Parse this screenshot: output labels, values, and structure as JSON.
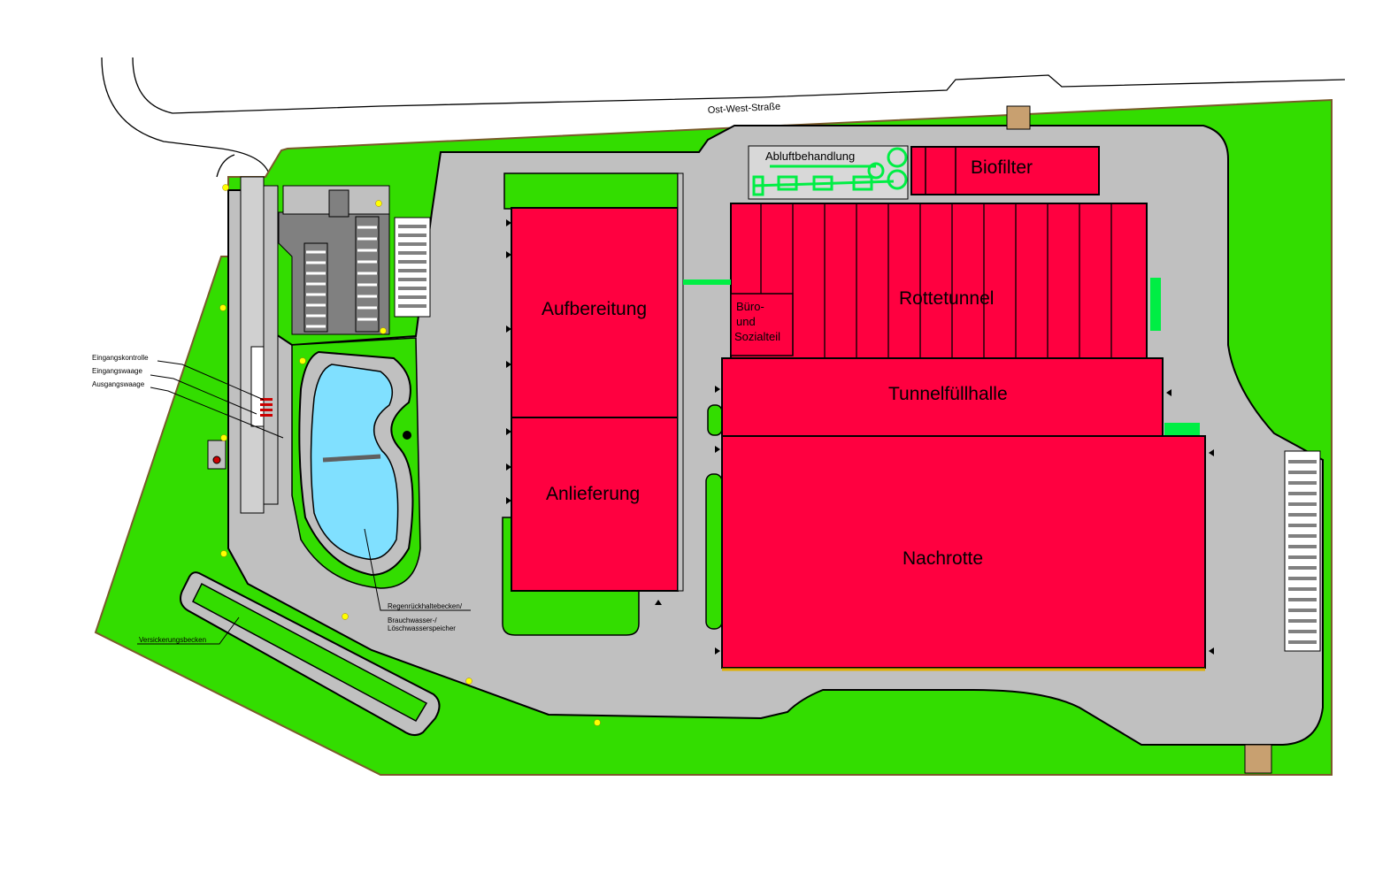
{
  "colors": {
    "grass": "#33dd00",
    "road": "#c0c0c0",
    "building": "#ff0040",
    "water": "#80e0ff",
    "exhaust": "#00ee44",
    "dark": "#808080",
    "marker": "#ffff00"
  },
  "road": {
    "name": "Ost-West-Straße"
  },
  "buildings": {
    "aufbereitung": "Aufbereitung",
    "anlieferung": "Anlieferung",
    "rottetunnel": "Rottetunnel",
    "tunnelfuellhalle": "Tunnelfüllhalle",
    "nachrotte": "Nachrotte",
    "biofilter": "Biofilter",
    "abluft": "Abluftbehandlung",
    "buero_line1": "Büro-",
    "buero_line2": "und",
    "buero_line3": "Sozialteil"
  },
  "annotations": {
    "eingangskontrolle": "Eingangskontrolle",
    "eingangswaage": "Eingangswaage",
    "ausgangswaage": "Ausgangswaage",
    "regen_line1": "Regenrückhaltebecken/",
    "regen_line2": "Brauchwasser-/",
    "regen_line3": "Löschwasserspeicher",
    "versickerung": "Versickerungsbecken"
  }
}
